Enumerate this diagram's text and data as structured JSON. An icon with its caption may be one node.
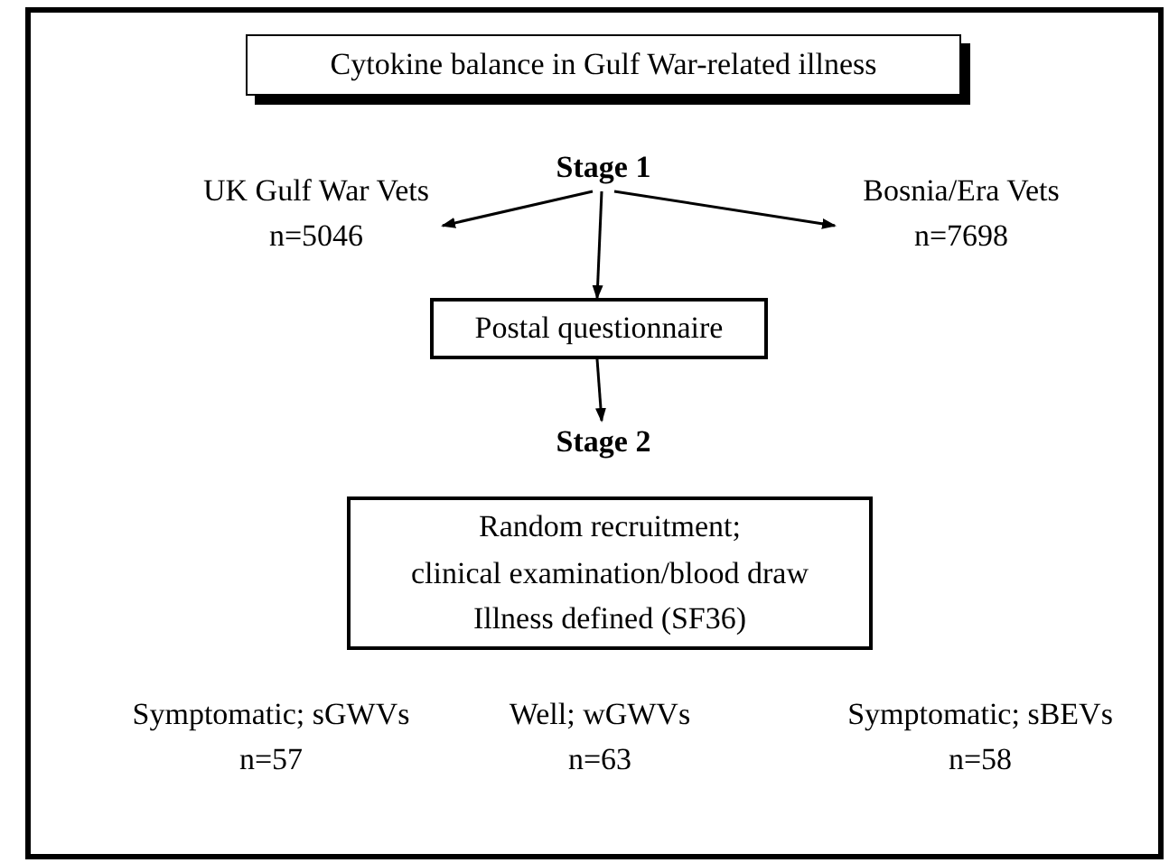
{
  "diagram": {
    "title": "Cytokine balance in Gulf War-related illness",
    "nodes": [
      {
        "text": [
          "Stage 1"
        ]
      },
      {
        "text": [
          "UK Gulf War Vets",
          "n=5046"
        ]
      },
      {
        "text": [
          "Bosnia/Era Vets",
          "n=7698"
        ]
      },
      {
        "text": [
          "Postal questionnaire"
        ]
      },
      {
        "text": [
          "Stage 2"
        ]
      },
      {
        "text": [
          "Random recruitment;",
          "clinical examination/blood draw",
          "Illness defined (SF36)"
        ]
      }
    ],
    "edges": [
      {
        "from": 0,
        "to": 1,
        "arrow": "to"
      },
      {
        "from": 0,
        "to": 2,
        "arrow": "to"
      },
      {
        "from": 0,
        "to": 3,
        "arrow": "to"
      },
      {
        "from": 3,
        "to": 4,
        "arrow": "to"
      }
    ],
    "labels": [
      "Symptomatic; sGWVs",
      "n=57",
      "Well; wGWVs",
      "n=63",
      "Symptomatic; sBEVs",
      "n=58"
    ]
  }
}
